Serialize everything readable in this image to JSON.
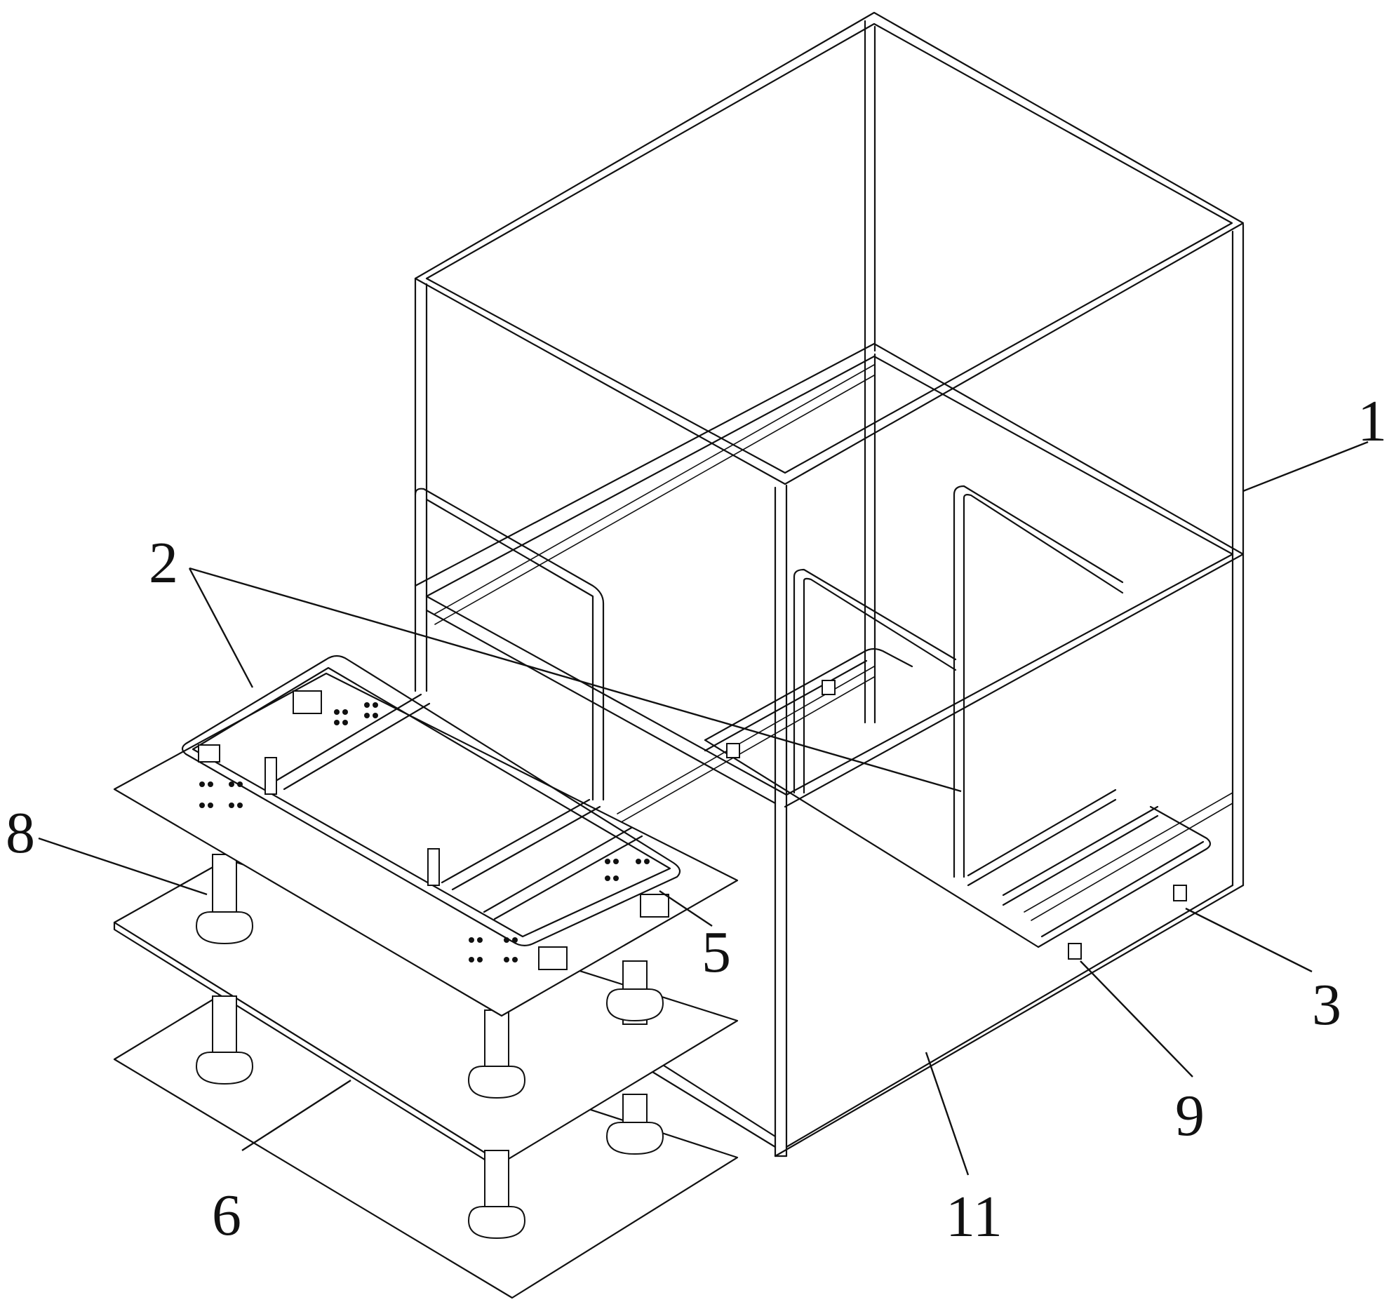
{
  "labels": {
    "l1": "1",
    "l2": "2",
    "l3": "3",
    "l5": "5",
    "l6": "6",
    "l8": "8",
    "l9": "9",
    "l11": "11"
  }
}
